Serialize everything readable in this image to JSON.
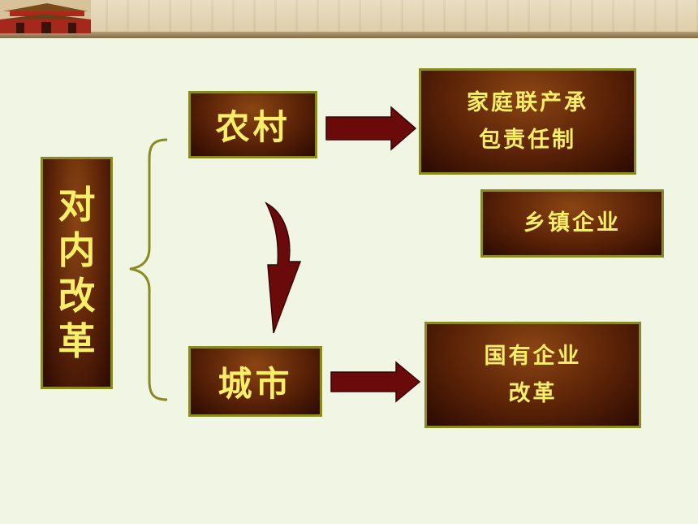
{
  "diagram": {
    "root": "对内改革",
    "branches": [
      {
        "label": "农村",
        "results": [
          "家庭联产承\n包责任制",
          "乡镇企业"
        ]
      },
      {
        "label": "城市",
        "results": [
          "国有企业\n改革"
        ]
      }
    ]
  },
  "colors": {
    "background": "#f0f5e4",
    "box_fill": "#5a2207",
    "box_border": "#8a8a1f",
    "text": "#f8ee68",
    "arrow": "#6b0a0a",
    "brace": "#8a8a1f"
  },
  "icons": [
    "tiananmen-gate-icon",
    "right-arrow-icon",
    "curved-down-arrow-icon",
    "left-brace-icon"
  ]
}
